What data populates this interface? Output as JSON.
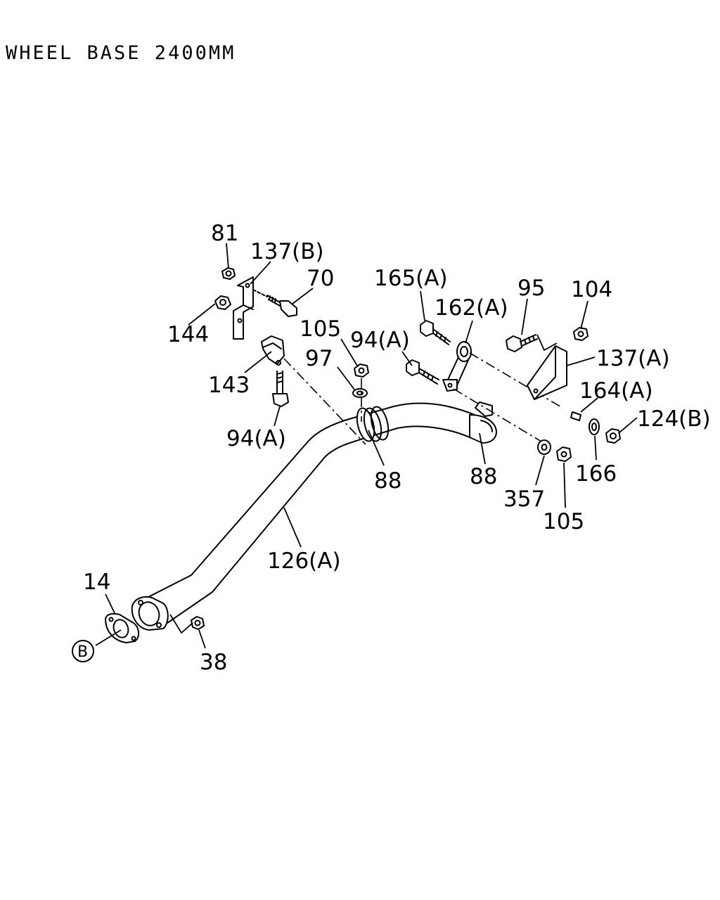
{
  "header": {
    "title": "WHEEL BASE 2400MM"
  },
  "callouts": [
    {
      "id": "81",
      "text": "81"
    },
    {
      "id": "137b",
      "text": "137(B)"
    },
    {
      "id": "70",
      "text": "70"
    },
    {
      "id": "144",
      "text": "144"
    },
    {
      "id": "105-top",
      "text": "105"
    },
    {
      "id": "97",
      "text": "97"
    },
    {
      "id": "143",
      "text": "143"
    },
    {
      "id": "94a-bottom",
      "text": "94(A)"
    },
    {
      "id": "94a-top",
      "text": "94(A)"
    },
    {
      "id": "165a",
      "text": "165(A)"
    },
    {
      "id": "162a",
      "text": "162(A)"
    },
    {
      "id": "95",
      "text": "95"
    },
    {
      "id": "104",
      "text": "104"
    },
    {
      "id": "137a",
      "text": "137(A)"
    },
    {
      "id": "164a",
      "text": "164(A)"
    },
    {
      "id": "124b",
      "text": "124(B)"
    },
    {
      "id": "88-left",
      "text": "88"
    },
    {
      "id": "88-right",
      "text": "88"
    },
    {
      "id": "166",
      "text": "166"
    },
    {
      "id": "357",
      "text": "357"
    },
    {
      "id": "105-bottom",
      "text": "105"
    },
    {
      "id": "126a",
      "text": "126(A)"
    },
    {
      "id": "14",
      "text": "14"
    },
    {
      "id": "38",
      "text": "38"
    }
  ],
  "reference_marker": {
    "text": "B"
  }
}
